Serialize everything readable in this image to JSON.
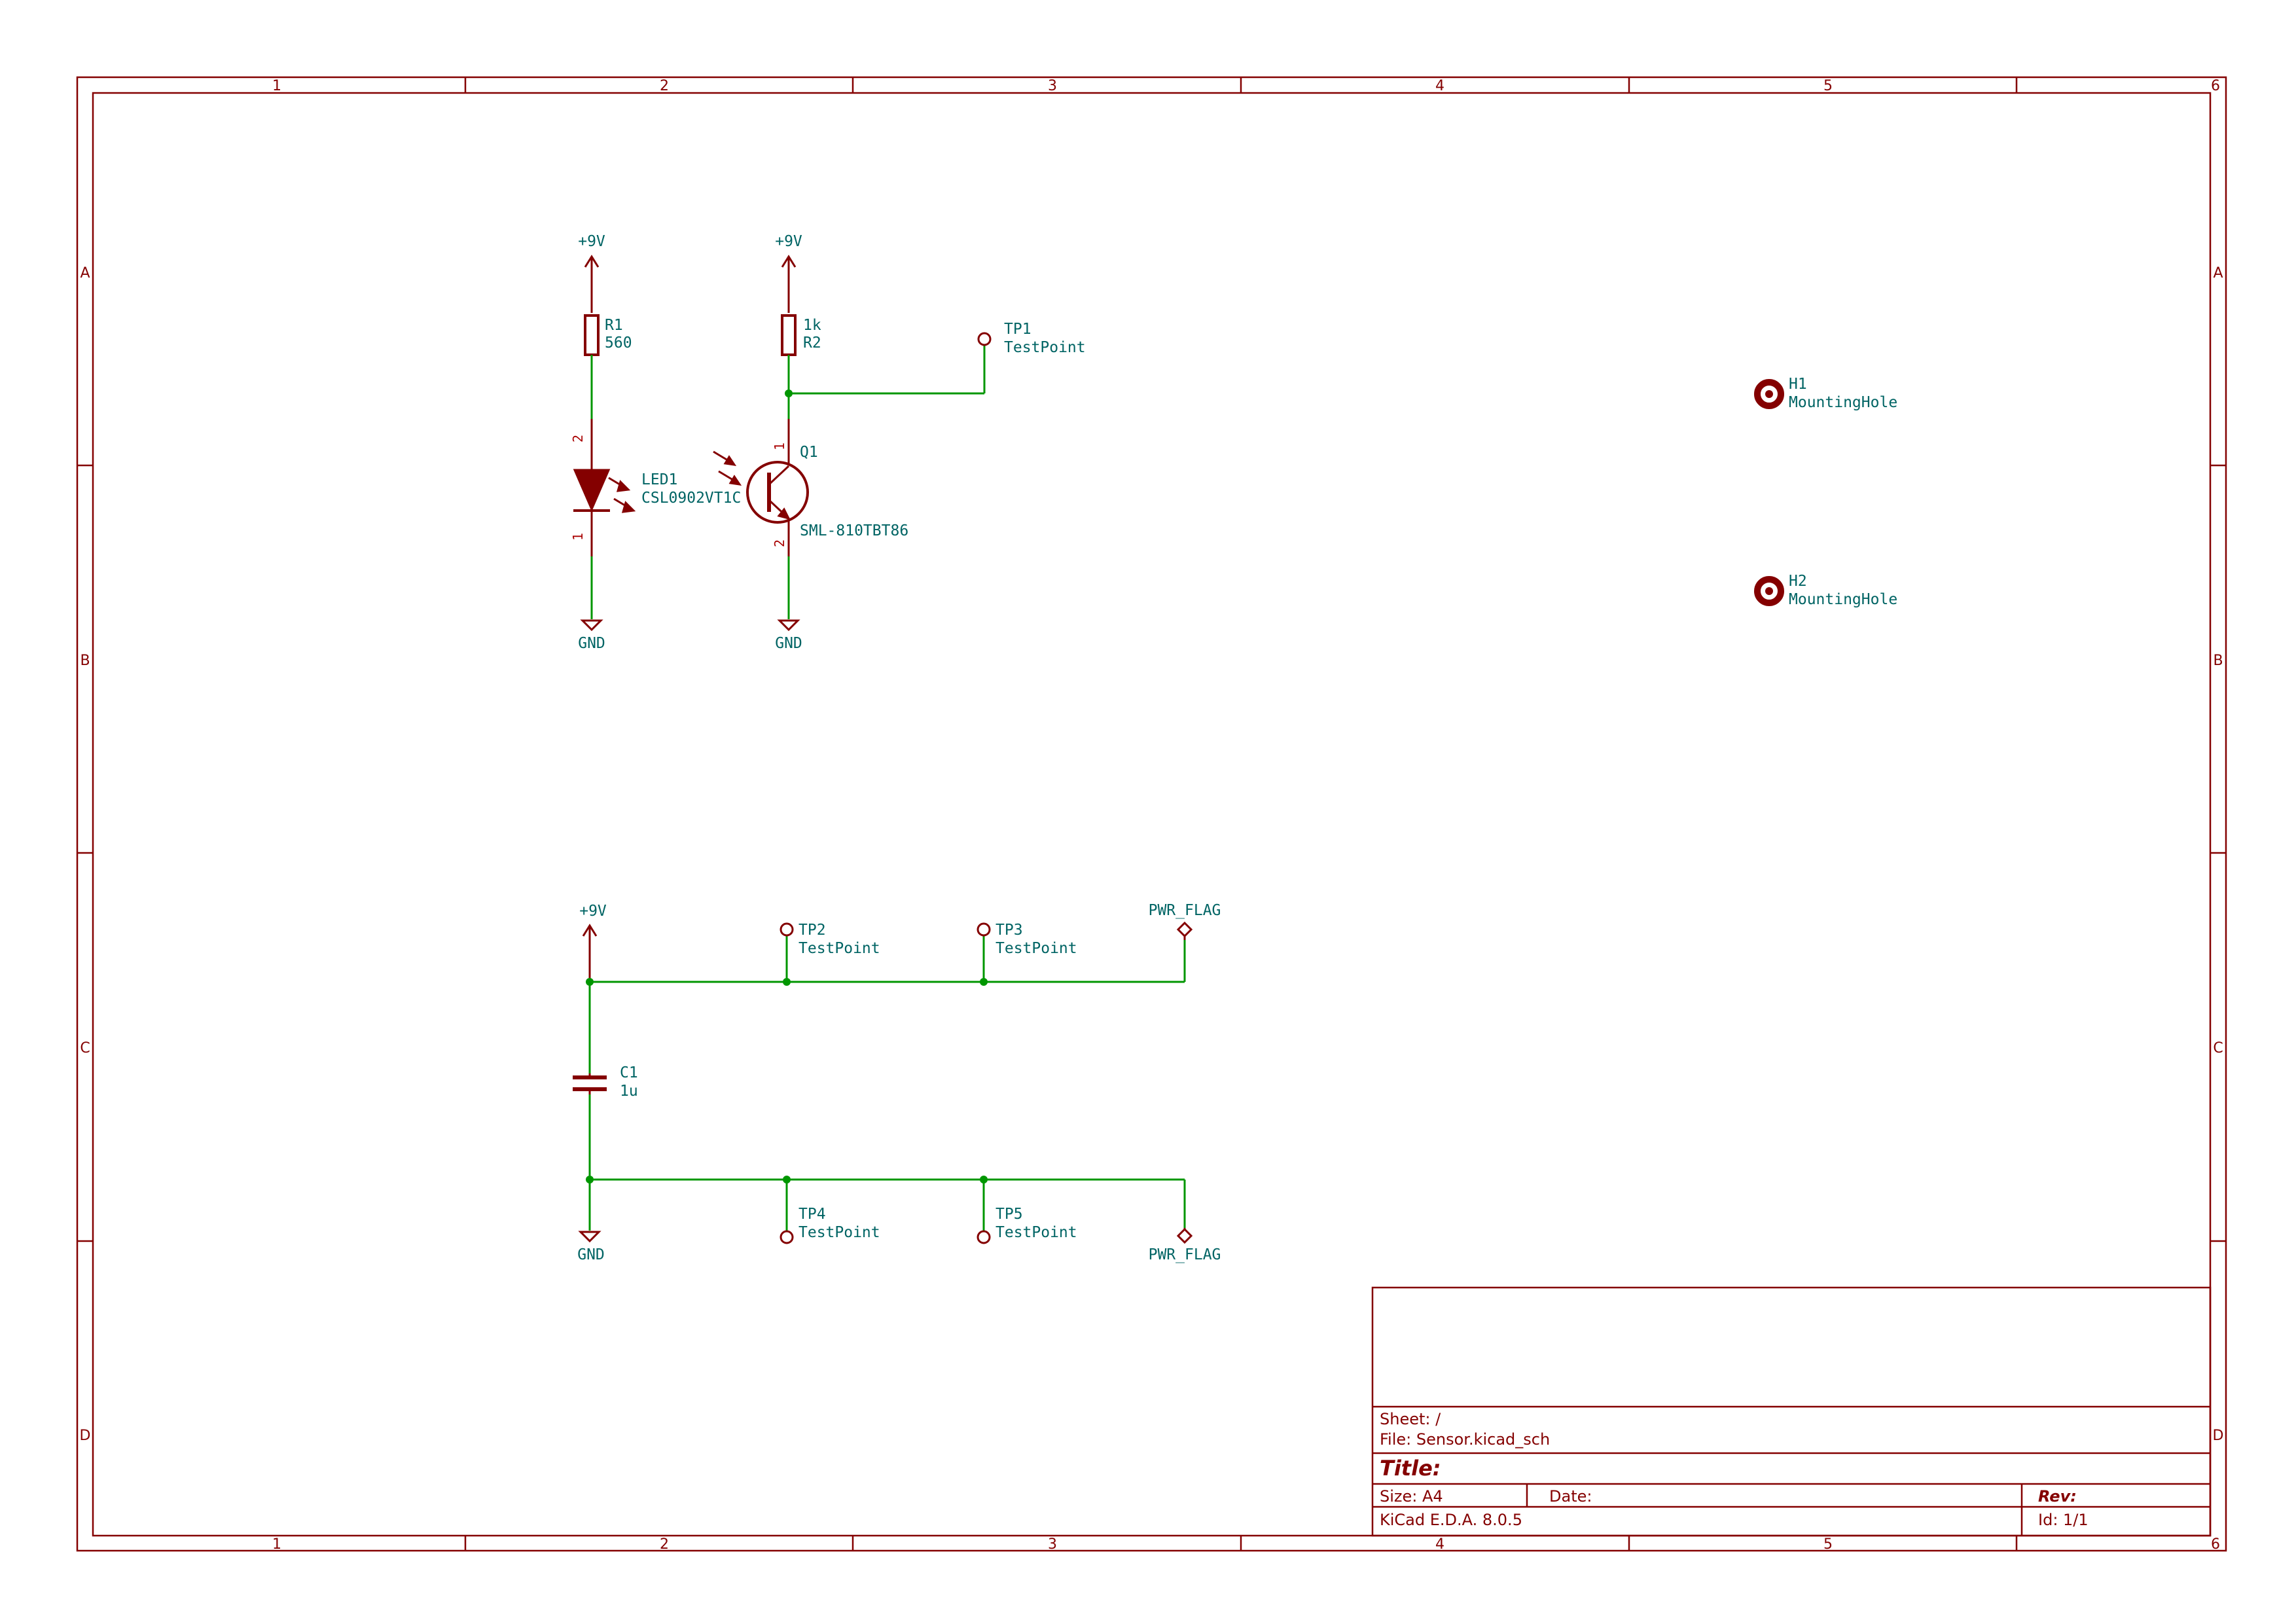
{
  "frame": {
    "columns": [
      "1",
      "2",
      "3",
      "4",
      "5",
      "6"
    ],
    "rows": [
      "A",
      "B",
      "C",
      "D"
    ]
  },
  "title_block": {
    "sheet": "Sheet: /",
    "file": "File: Sensor.kicad_sch",
    "title": "Title:",
    "size": "Size: A4",
    "date": "Date:",
    "rev": "Rev:",
    "tool": "KiCad E.D.A. 8.0.5",
    "id": "Id: 1/1"
  },
  "components": {
    "r1": {
      "ref": "R1",
      "value": "560"
    },
    "r2": {
      "ref": "R2",
      "value": "1k"
    },
    "led1": {
      "ref": "LED1",
      "value": "CSL0902VT1C",
      "pin_anode": "2",
      "pin_cathode": "1"
    },
    "q1": {
      "ref": "Q1",
      "value": "SML-810TBT86",
      "pin_collector": "1",
      "pin_emitter": "2"
    },
    "c1": {
      "ref": "C1",
      "value": "1u"
    },
    "tp1": {
      "ref": "TP1",
      "value": "TestPoint"
    },
    "tp2": {
      "ref": "TP2",
      "value": "TestPoint"
    },
    "tp3": {
      "ref": "TP3",
      "value": "TestPoint"
    },
    "tp4": {
      "ref": "TP4",
      "value": "TestPoint"
    },
    "tp5": {
      "ref": "TP5",
      "value": "TestPoint"
    },
    "h1": {
      "ref": "H1",
      "value": "MountingHole"
    },
    "h2": {
      "ref": "H2",
      "value": "MountingHole"
    }
  },
  "power": {
    "vcc": "+9V",
    "gnd": "GND",
    "pwr_flag": "PWR_FLAG"
  },
  "colors": {
    "frame": "#840000",
    "wire": "#009600",
    "label": "#006464"
  }
}
